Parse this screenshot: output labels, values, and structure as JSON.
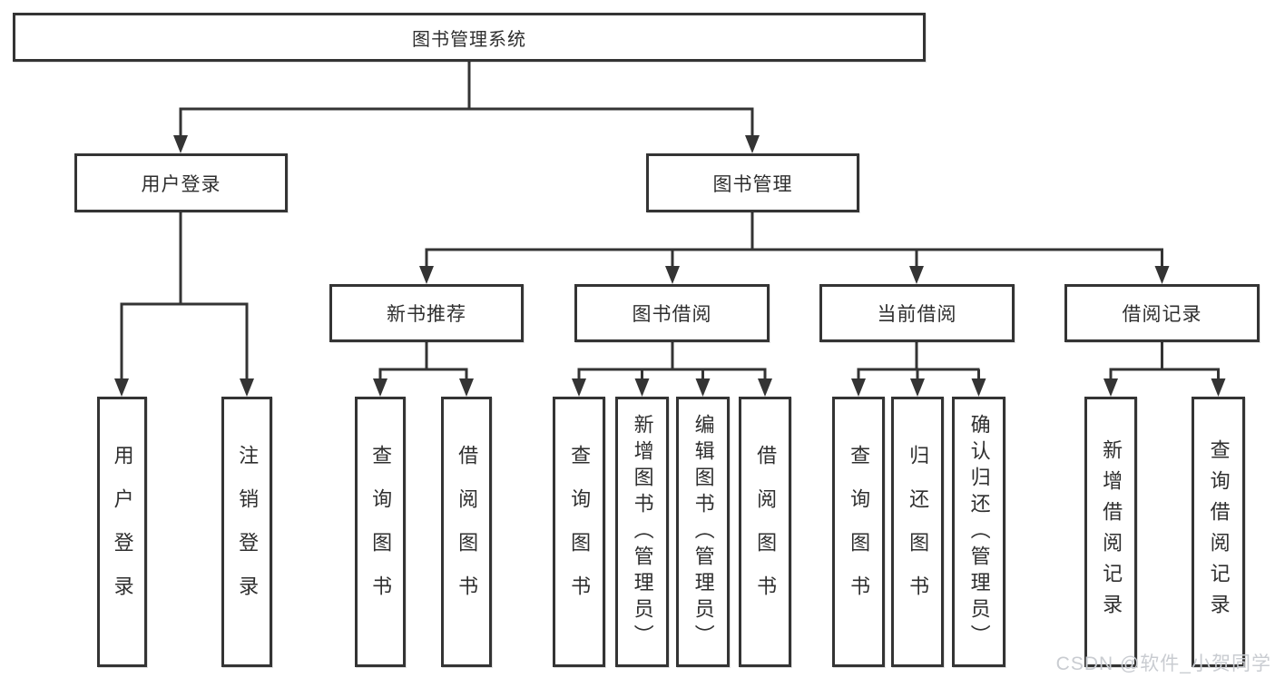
{
  "diagram": {
    "tree": {
      "label": "图书管理系统",
      "children": [
        {
          "label": "用户登录",
          "children": [
            {
              "label": "用户登录"
            },
            {
              "label": "注销登录"
            }
          ]
        },
        {
          "label": "图书管理",
          "children": [
            {
              "label": "新书推荐",
              "children": [
                {
                  "label": "查询图书"
                },
                {
                  "label": "借阅图书"
                }
              ]
            },
            {
              "label": "图书借阅",
              "children": [
                {
                  "label": "查询图书"
                },
                {
                  "label": "新增图书（管理员）"
                },
                {
                  "label": "编辑图书（管理员）"
                },
                {
                  "label": "借阅图书"
                }
              ]
            },
            {
              "label": "当前借阅",
              "children": [
                {
                  "label": "查询图书"
                },
                {
                  "label": "归还图书"
                },
                {
                  "label": "确认归还（管理员）"
                }
              ]
            },
            {
              "label": "借阅记录",
              "children": [
                {
                  "label": "新增借阅记录"
                },
                {
                  "label": "查询借阅记录"
                }
              ]
            }
          ]
        }
      ]
    },
    "colors": {
      "line": "#343434",
      "text": "#2f2f2f",
      "background": "#ffffff",
      "watermark": "#c9ccd1"
    }
  },
  "watermark": {
    "text": "CSDN @软件_小贺同学"
  }
}
